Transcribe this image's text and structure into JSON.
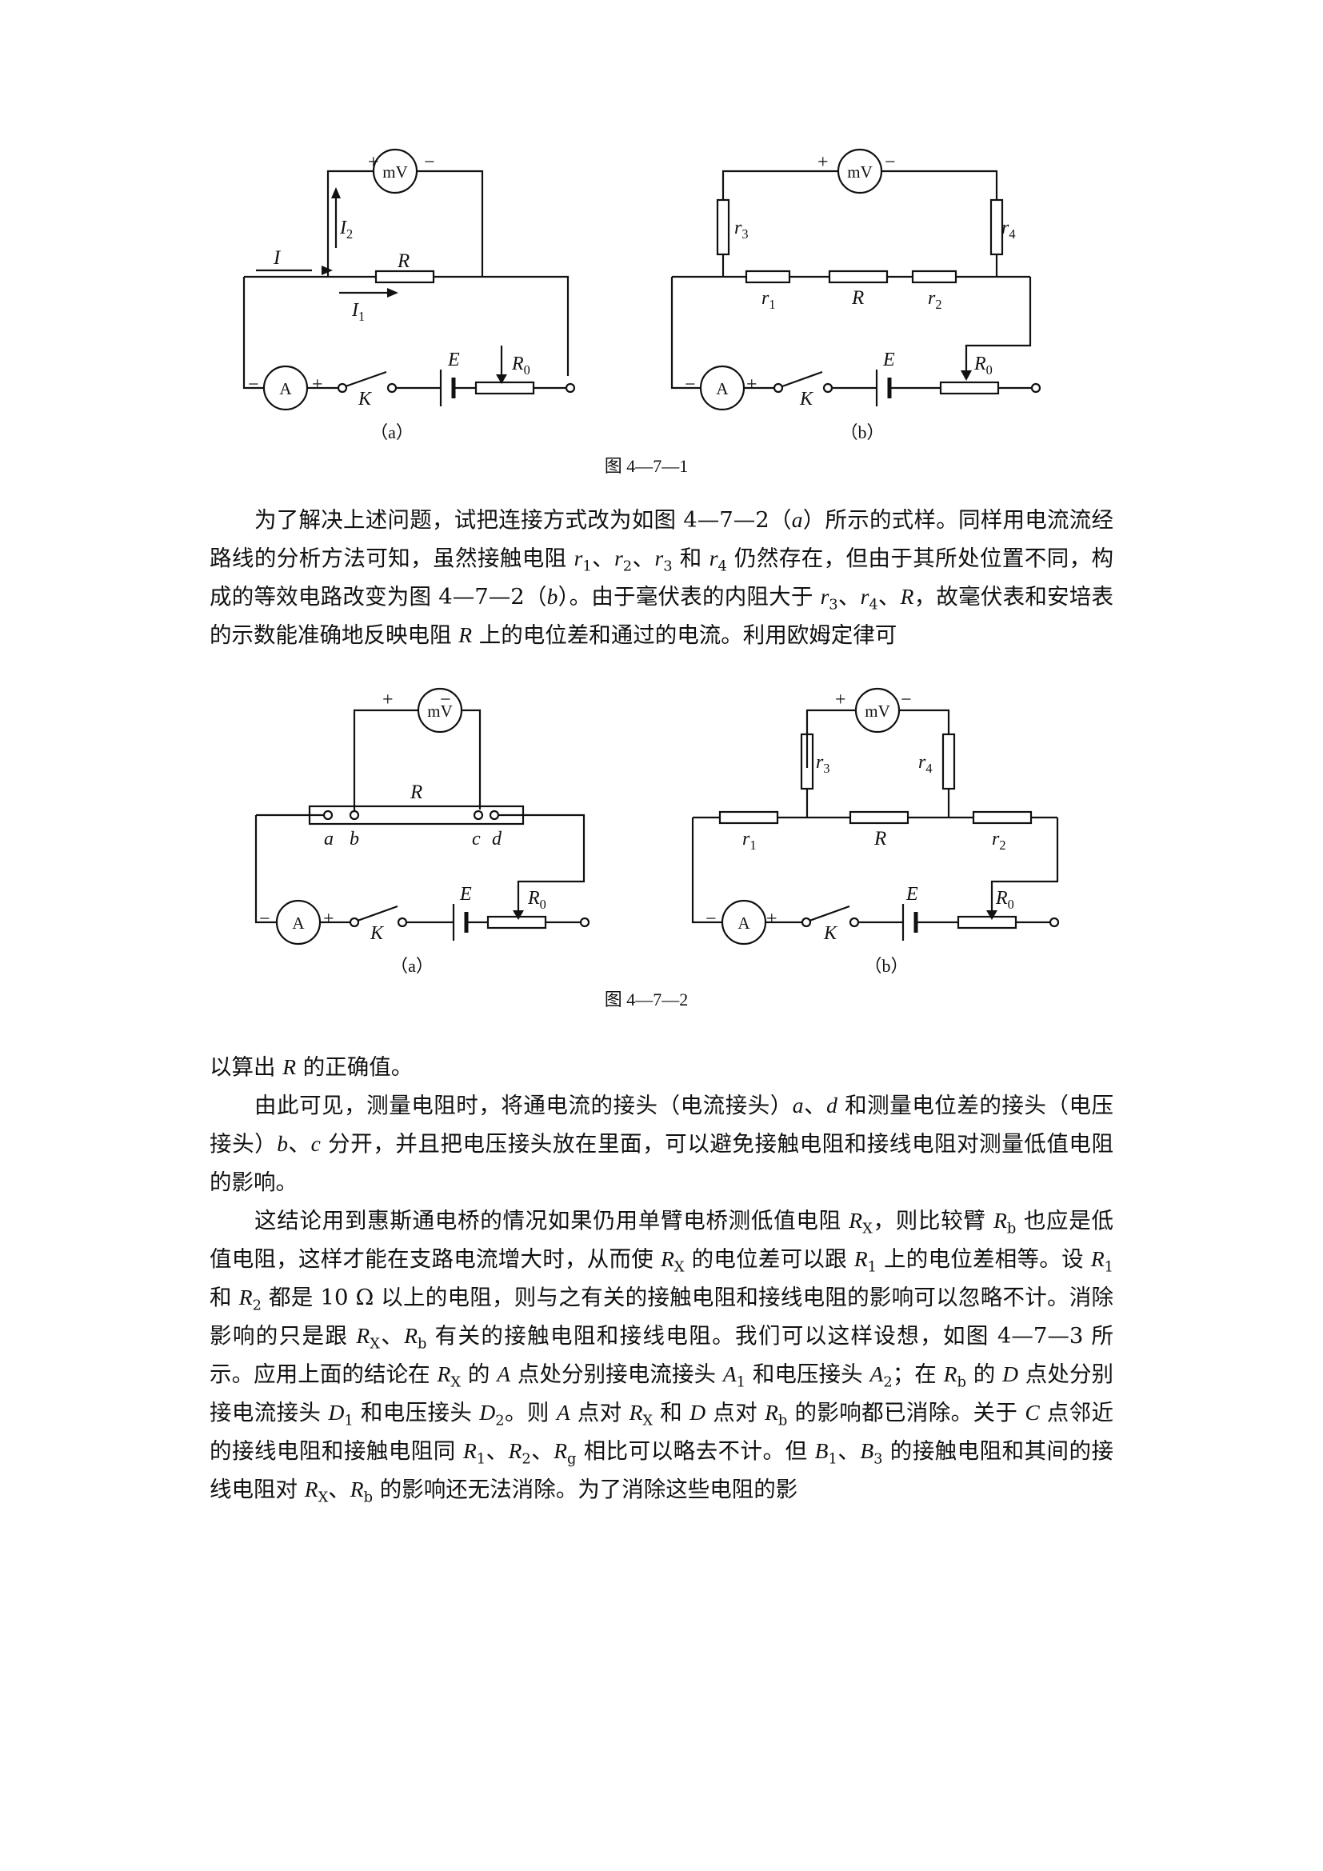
{
  "figure1": {
    "caption": "图 4—7—1",
    "a": {
      "sub": "（a）",
      "mV": "mV",
      "A": "A",
      "plus": "+",
      "minus": "−",
      "I": "I",
      "I2": "I2",
      "I1": "I1",
      "R": "R",
      "K": "K",
      "E": "E",
      "R0": "R0"
    },
    "b": {
      "sub": "（b）",
      "mV": "mV",
      "A": "A",
      "plus": "+",
      "minus": "−",
      "r3": "r3",
      "r4": "r4",
      "r1": "r1",
      "r2": "r2",
      "R": "R",
      "K": "K",
      "E": "E",
      "R0": "R0"
    }
  },
  "figure2": {
    "caption": "图 4—7—2",
    "a": {
      "sub": "（a）",
      "mV": "mV",
      "A": "A",
      "plus": "+",
      "minus": "−",
      "R": "R",
      "a": "a",
      "b": "b",
      "c": "c",
      "d": "d",
      "K": "K",
      "E": "E",
      "R0": "R0"
    },
    "b": {
      "sub": "（b）",
      "mV": "mV",
      "A": "A",
      "plus": "+",
      "minus": "−",
      "r3": "r3",
      "r4": "r4",
      "r1": "r1",
      "r2": "r2",
      "R": "R",
      "K": "K",
      "E": "E",
      "R0": "R0"
    }
  },
  "text": {
    "p1": [
      "为了解决上述问题，试把连接方式改为如图 4—7—2（",
      "a",
      "）所示的式样。同样用电流流经路线的分析方法可知，虽然接触电阻 ",
      "r",
      "1",
      "、",
      "r",
      "2",
      "、",
      "r",
      "3",
      " 和 ",
      "r",
      "4",
      " 仍然存在，但由于其所处位置不同，构成的等效电路改变为图 4—7—2（",
      "b",
      "）。由于毫伏表的内阻大于 ",
      "r",
      "3",
      "、",
      "r",
      "4",
      "、",
      "R",
      "，故毫伏表和安培表的示数能准确地反映电阻 ",
      "R",
      " 上的电位差和通过的电流。利用欧姆定律可"
    ],
    "p2": [
      "以算出 ",
      "R",
      " 的正确值。"
    ],
    "p3": [
      "由此可见，测量电阻时，将通电流的接头（电流接头）",
      "a",
      "、",
      "d",
      " 和测量电位差的接头（电压接头）",
      "b",
      "、",
      "c",
      " 分开，并且把电压接头放在里面，可以避免接触电阻和接线电阻对测量低值电阻的影响。"
    ],
    "p4": [
      "这结论用到惠斯通电桥的情况如果仍用单臂电桥测低值电阻 ",
      "R",
      "X",
      "，则比较臂 ",
      "R",
      "b",
      " 也应是低值电阻，这样才能在支路电流增大时，从而使 ",
      "R",
      "X",
      " 的电位差可以跟 ",
      "R",
      "1",
      " 上的电位差相等。设 ",
      "R",
      "1",
      " 和 ",
      "R",
      "2",
      " 都是 10 Ω 以上的电阻，则与之有关的接触电阻和接线电阻的影响可以忽略不计。消除影响的只是跟 ",
      "R",
      "X",
      "、",
      "R",
      "b",
      " 有关的接触电阻和接线电阻。我们可以这样设想，如图 4—7—3 所示。应用上面的结论在 ",
      "R",
      "X",
      " 的 ",
      "A",
      " 点处分别接电流接头 ",
      "A",
      "1",
      " 和电压接头 ",
      "A",
      "2",
      "；在 ",
      "R",
      "b",
      " 的 ",
      "D",
      " 点处分别接电流接头 ",
      "D",
      "1",
      " 和电压接头 ",
      "D",
      "2",
      "。则 ",
      "A",
      " 点对 ",
      "R",
      "X",
      " 和 ",
      "D",
      " 点对 ",
      "R",
      "b",
      " 的影响都已消除。关于 ",
      "C",
      " 点邻近的接线电阻和接触电阻同 ",
      "R",
      "1",
      "、",
      "R",
      "2",
      "、",
      "R",
      "g",
      " 相比可以略去不计。但 ",
      "B",
      "1",
      "、",
      "B",
      "3",
      " 的接触电阻和其间的接线电阻对 ",
      "R",
      "X",
      "、",
      "R",
      "b",
      " 的影响还无法消除。为了消除这些电阻的影"
    ]
  }
}
